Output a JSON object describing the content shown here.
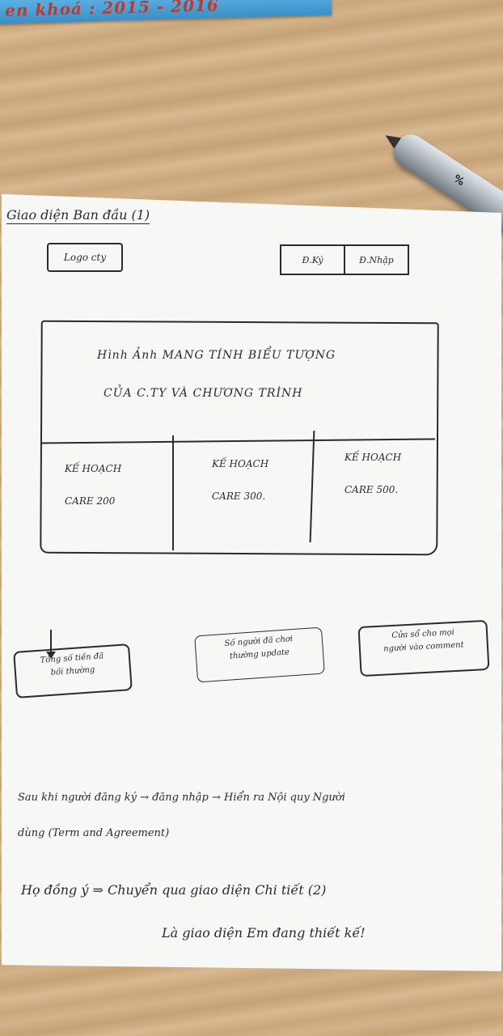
{
  "background_book": {
    "text": "en khoá : 2015 - 2016"
  },
  "pen": {
    "label": "%"
  },
  "sketch": {
    "heading": "Giao diện Ban đầu (1)",
    "logo_label": "Logo cty",
    "auth_buttons": [
      "Đ.Ký",
      "Đ.Nhập"
    ],
    "hero": {
      "line1": "Hình Ảnh MANG TÍNH BIỂU TƯỢNG",
      "line2": "CỦA C.TY VÀ CHƯƠNG TRÌNH"
    },
    "plans": [
      {
        "line1": "KẾ HOẠCH",
        "line2": "CARE 200"
      },
      {
        "line1": "KẾ HOẠCH",
        "line2": "CARE 300."
      },
      {
        "line1": "KẾ HOẠCH",
        "line2": "CARE 500."
      }
    ],
    "widgets": [
      {
        "line1": "Tổng số tiền đã",
        "line2": "bồi thường"
      },
      {
        "line1": "Số người đã chơi",
        "line2": "thường update"
      },
      {
        "line1": "Cửa sổ cho mọi",
        "line2": "người vào comment"
      }
    ],
    "notes": {
      "line1": "Sau khi người đăng ký → đăng nhập → Hiển ra Nội quy Người",
      "line2": "dùng (Term and Agreement)",
      "line3": "Họ đồng ý ⇒ Chuyển qua giao diện Chi tiết (2)",
      "line4": "Là giao diện Em đang thiết kế!"
    }
  }
}
